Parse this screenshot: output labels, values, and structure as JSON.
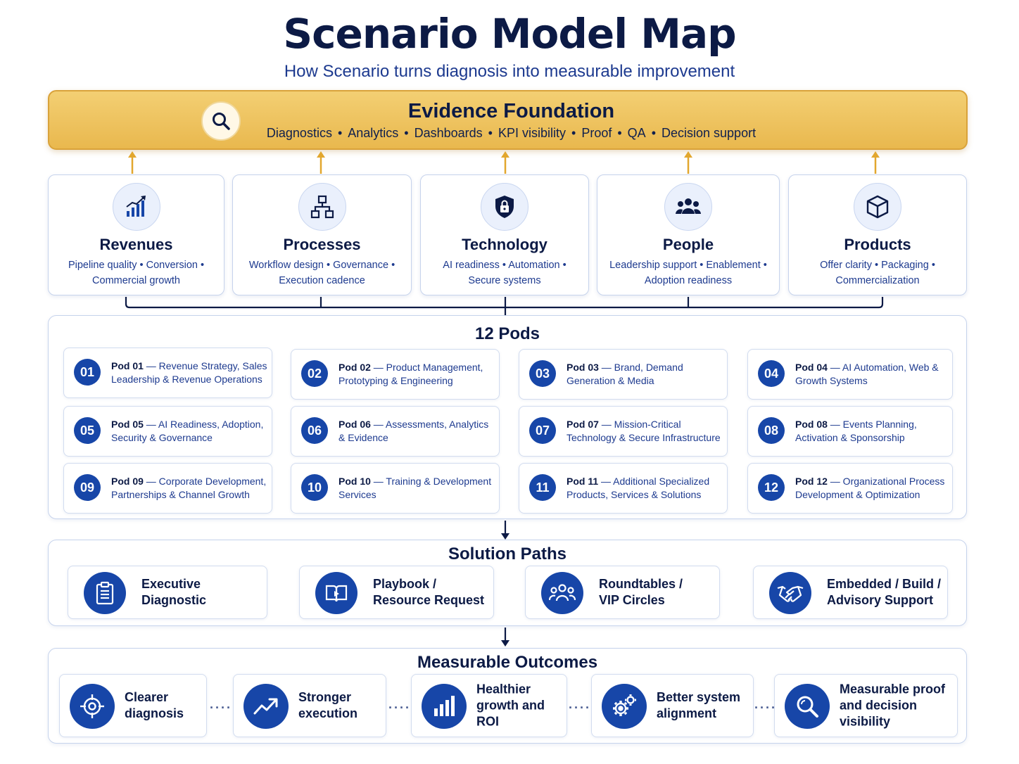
{
  "header": {
    "title": "Scenario Model Map",
    "subtitle": "How Scenario turns diagnosis into measurable improvement"
  },
  "evidence": {
    "title": "Evidence Foundation",
    "icon": "search-icon",
    "items": [
      "Diagnostics",
      "Analytics",
      "Dashboards",
      "KPI visibility",
      "Proof",
      "QA",
      "Decision support"
    ],
    "color": "#e9b84e"
  },
  "pillars": [
    {
      "title": "Revenues",
      "icon": "bar-chart-icon",
      "line1": "Pipeline quality • Conversion •",
      "line2": "Commercial growth"
    },
    {
      "title": "Processes",
      "icon": "hierarchy-icon",
      "line1": "Workflow design • Governance •",
      "line2": "Execution cadence"
    },
    {
      "title": "Technology",
      "icon": "shield-lock-icon",
      "line1": "AI readiness • Automation •",
      "line2": "Secure systems"
    },
    {
      "title": "People",
      "icon": "people-icon",
      "line1": "Leadership support • Enablement •",
      "line2": "Adoption readiness"
    },
    {
      "title": "Products",
      "icon": "cube-icon",
      "line1": "Offer clarity • Packaging •",
      "line2": "Commercialization"
    }
  ],
  "pods": {
    "title": "12 Pods",
    "items": [
      {
        "num": "01",
        "name": "Pod 01",
        "desc": " — Revenue Strategy, Sales Leadership & Revenue Operations"
      },
      {
        "num": "02",
        "name": "Pod 02",
        "desc": " — Product Management, Prototyping & Engineering"
      },
      {
        "num": "03",
        "name": "Pod 03",
        "desc": " — Brand, Demand Generation & Media"
      },
      {
        "num": "04",
        "name": "Pod 04",
        "desc": " — AI Automation, Web & Growth Systems"
      },
      {
        "num": "05",
        "name": "Pod 05",
        "desc": " — AI Readiness, Adoption, Security & Governance"
      },
      {
        "num": "06",
        "name": "Pod 06",
        "desc": " — Assessments, Analytics & Evidence"
      },
      {
        "num": "07",
        "name": "Pod 07",
        "desc": " — Mission-Critical Technology & Secure Infrastructure"
      },
      {
        "num": "08",
        "name": "Pod 08",
        "desc": " — Events Planning, Activation & Sponsorship"
      },
      {
        "num": "09",
        "name": "Pod 09",
        "desc": " — Corporate Development, Partnerships & Channel Growth"
      },
      {
        "num": "10",
        "name": "Pod 10",
        "desc": " — Training & Development Services"
      },
      {
        "num": "11",
        "name": "Pod 11",
        "desc": " — Additional Specialized Products, Services & Solutions"
      },
      {
        "num": "12",
        "name": "Pod 12",
        "desc": " — Organizational Process Development & Optimization"
      }
    ]
  },
  "solutions": {
    "title": "Solution Paths",
    "items": [
      {
        "line1": "Executive",
        "line2": "Diagnostic",
        "icon": "clipboard-icon"
      },
      {
        "line1": "Playbook /",
        "line2": "Resource Request",
        "icon": "book-icon"
      },
      {
        "line1": "Roundtables /",
        "line2": "VIP Circles",
        "icon": "group-icon"
      },
      {
        "line1": "Embedded / Build /",
        "line2": "Advisory Support",
        "icon": "handshake-icon"
      }
    ]
  },
  "outcomes": {
    "title": "Measurable Outcomes",
    "items": [
      {
        "line1": "Clearer",
        "line2": "diagnosis",
        "icon": "target-icon"
      },
      {
        "line1": "Stronger",
        "line2": "execution",
        "icon": "trend-up-icon"
      },
      {
        "line1": "Healthier",
        "line2": "growth and ROI",
        "icon": "bar-chart-icon"
      },
      {
        "line1": "Better system",
        "line2": "alignment",
        "icon": "gears-icon"
      },
      {
        "line1": "Measurable proof",
        "line2": "and decision visibility",
        "icon": "magnifier-icon"
      }
    ]
  },
  "colors": {
    "navy": "#0c1a45",
    "blue": "#1746a8",
    "gold": "#e9b84e",
    "border": "#c6d3ec"
  }
}
